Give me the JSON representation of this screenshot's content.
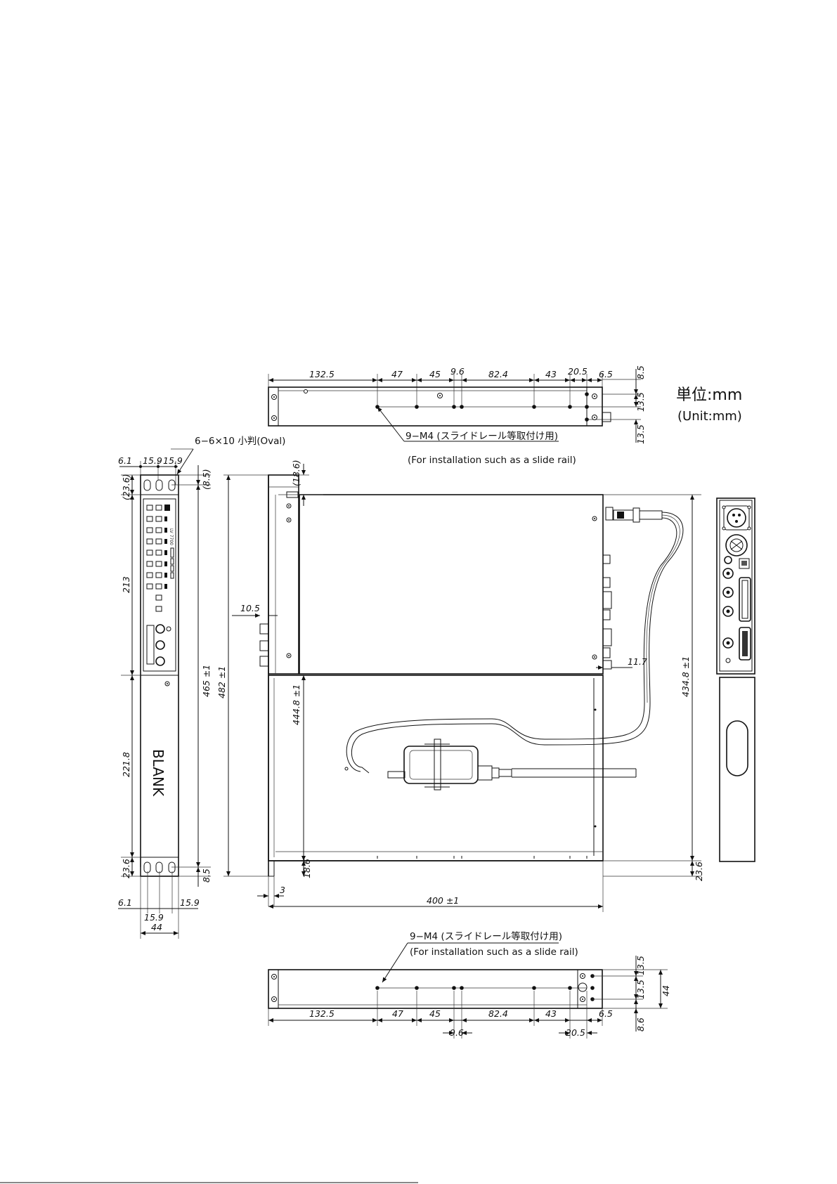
{
  "unit": {
    "jp": "単位:mm",
    "en": "(Unit:mm)"
  },
  "top_view": {
    "dims": [
      "132.5",
      "47",
      "45",
      "9.6",
      "82.4",
      "43",
      "20.5",
      "6.5",
      "8.5",
      "13.5",
      "13.5"
    ],
    "note_jp": "9−M4 (スライドレール等取付け用)",
    "note_en": "(For installation such as a slide rail)"
  },
  "front_view": {
    "oval_note": "6−6×10 小判(Oval)",
    "dims_top": [
      "6.1",
      "15.9",
      "15.9"
    ],
    "dims_left": [
      "(23.6)",
      "213",
      "221.8",
      "23.6"
    ],
    "dims_right": [
      "(8.5)",
      "465 ±1",
      "8.5"
    ],
    "dims_bottom": [
      "6.1",
      "15.9",
      "15.9",
      "44"
    ],
    "panel_label": "BLANK",
    "model_label": "LV 7700"
  },
  "side_view": {
    "dims": [
      "(18.6)",
      "482 ±1",
      "444.8 ±1",
      "10.5",
      "11.7",
      "18.6",
      "3",
      "400 ±1",
      "434.8 ±1",
      "23.6"
    ]
  },
  "bottom_view": {
    "note_jp": "9−M4 (スライドレール等取付け用)",
    "note_en": "(For installation such as a slide rail)",
    "dims": [
      "132.5",
      "47",
      "45",
      "82.4",
      "43",
      "6.5",
      "9.6",
      "20.5",
      "13.5",
      "13.5",
      "44",
      "8.6"
    ]
  }
}
